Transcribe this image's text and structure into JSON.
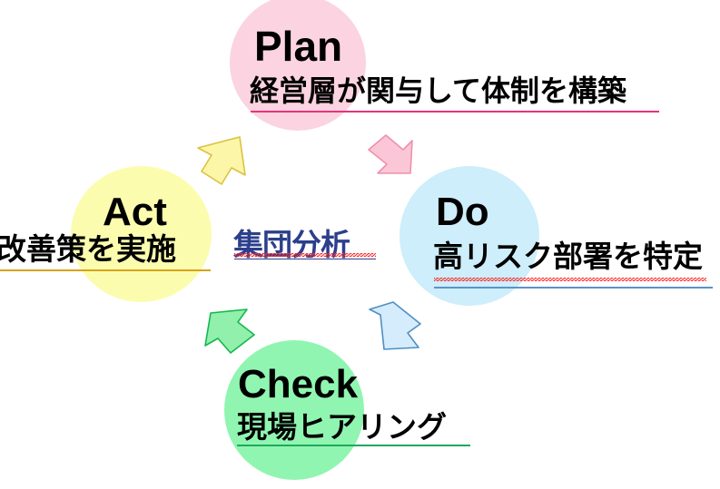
{
  "diagram": {
    "type": "pdca-cycle",
    "center_label": "集団分析",
    "center_label_color": "#2b3f8c",
    "background_color": "#ffffff",
    "nodes": [
      {
        "id": "plan",
        "title": "Plan",
        "subtitle": "経営層が関与して体制を構築",
        "circle_color": "#fcd3e1",
        "underline_color": "#e8327c",
        "position": "top",
        "has_spellcheck_underline": false
      },
      {
        "id": "do",
        "title": "Do",
        "subtitle": "高リスク部署を特定",
        "circle_color": "#cdeefa",
        "underline_color": "#5b93c6",
        "position": "right",
        "has_spellcheck_underline": true
      },
      {
        "id": "check",
        "title": "Check",
        "subtitle": "現場ヒアリング",
        "circle_color": "#90f5b0",
        "underline_color": "#1fa95c",
        "position": "bottom",
        "has_spellcheck_underline": false
      },
      {
        "id": "act",
        "title": "Act",
        "subtitle": "改善策を実施",
        "circle_color": "#fcfcae",
        "underline_color": "#d6a316",
        "position": "left",
        "has_spellcheck_underline": false
      }
    ],
    "arrows": [
      {
        "id": "plan-to-do",
        "color": "#fbc7d8",
        "stroke": "#f090ab",
        "direction": "down-right"
      },
      {
        "id": "do-to-check",
        "color": "#d4ecfb",
        "stroke": "#4f8fc4",
        "direction": "down-left"
      },
      {
        "id": "check-to-act",
        "color": "#90f0ac",
        "stroke": "#16b84e",
        "direction": "up-left"
      },
      {
        "id": "act-to-plan",
        "color": "#fbf6a8",
        "stroke": "#dcc23e",
        "direction": "up-right"
      }
    ]
  }
}
